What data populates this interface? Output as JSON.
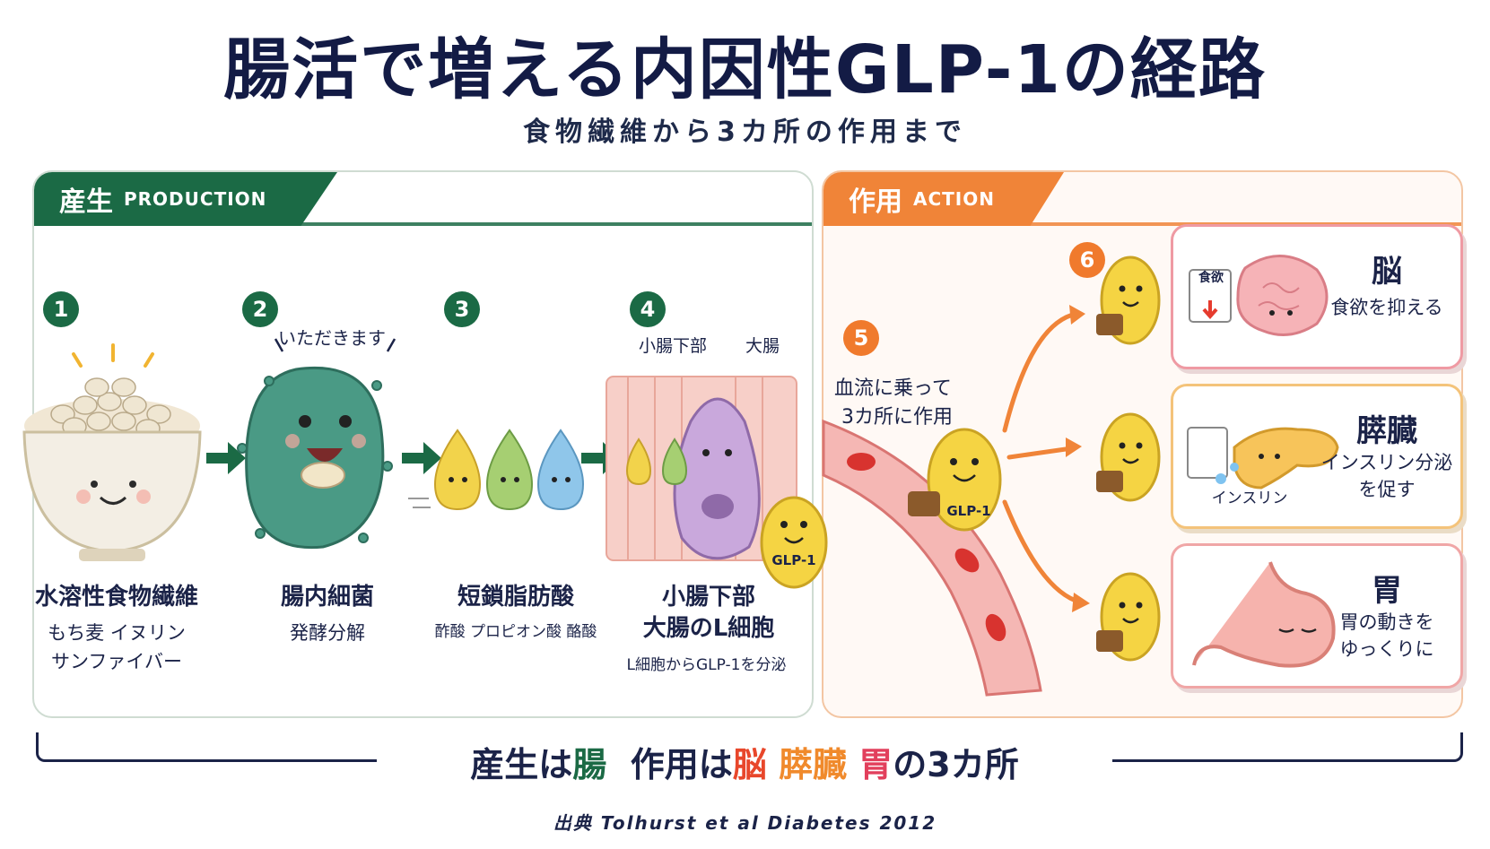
{
  "title": "腸活で増える内因性GLP-1の経路",
  "subtitle": "食物繊維から3カ所の作用まで",
  "production": {
    "tab_jp": "産生",
    "tab_en": "PRODUCTION",
    "steps": [
      {
        "num": "1",
        "name": "水溶性食物繊維",
        "sub1": "もち麦 イヌリン",
        "sub2": "サンファイバー"
      },
      {
        "num": "2",
        "name": "腸内細菌",
        "sub1": "発酵分解",
        "speech": "いただきます"
      },
      {
        "num": "3",
        "name": "短鎖脂肪酸",
        "sub1": "酢酸 プロピオン酸 酪酸"
      },
      {
        "num": "4",
        "name1": "小腸下部",
        "name2": "大腸のL細胞",
        "sub1": "L細胞からGLP-1を分泌",
        "tag1": "小腸下部",
        "tag2": "大腸",
        "mascot": "GLP-1"
      }
    ]
  },
  "action": {
    "tab_jp": "作用",
    "tab_en": "ACTION",
    "step5": {
      "num": "5",
      "text1": "血流に乗って",
      "text2": "3カ所に作用",
      "mascot": "GLP-1"
    },
    "step6": {
      "num": "6"
    },
    "targets": [
      {
        "name": "脳",
        "desc1": "食欲を抑える",
        "desc2": "",
        "sign": "食欲"
      },
      {
        "name": "膵臓",
        "desc1": "インスリン分泌",
        "desc2": "を促す",
        "note": "インスリン"
      },
      {
        "name": "胃",
        "desc1": "胃の動きを",
        "desc2": "ゆっくりに"
      }
    ]
  },
  "summary": {
    "p1": "産生は",
    "p2": "腸",
    "p3": "作用は",
    "p4": "脳",
    "p5": "膵臓",
    "p6": "胃",
    "p7": "の3カ所"
  },
  "source": "出典 Tolhurst et al Diabetes 2012",
  "colors": {
    "green": "#1b6a45",
    "orange": "#f08438",
    "navy": "#1b2348",
    "brain": "#e8472b",
    "pancreas": "#f08a2c",
    "stomach": "#e23f5c"
  }
}
